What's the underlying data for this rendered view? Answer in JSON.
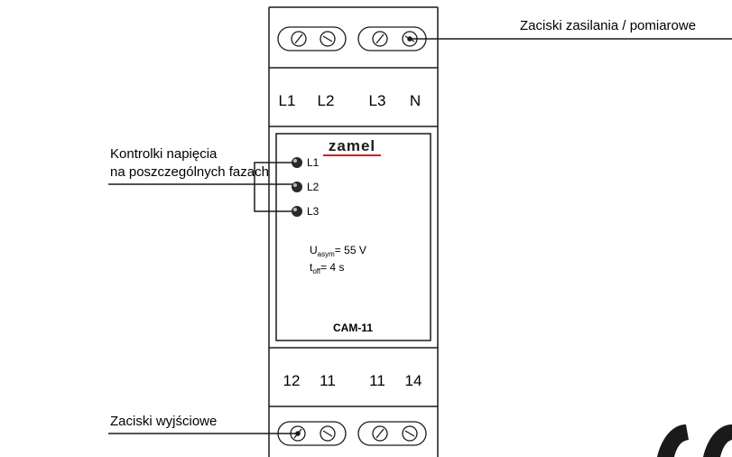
{
  "callouts": {
    "power_terminals": "Zaciski zasilania / pomiarowe",
    "voltage_indicators_line1": "Kontrolki napięcia",
    "voltage_indicators_line2": "na poszczególnych fazach",
    "output_terminals": "Zaciski wyjściowe"
  },
  "terminals": {
    "top": [
      "L1",
      "L2",
      "L3",
      "N"
    ],
    "bottom": [
      "12",
      "11",
      "11",
      "14"
    ]
  },
  "leds": [
    "L1",
    "L2",
    "L3"
  ],
  "params": {
    "u_symbol": "U",
    "u_sub": "asym",
    "u_value": "= 55 V",
    "t_symbol": "t",
    "t_sub": "off",
    "t_value": "= 4 s"
  },
  "brand": {
    "logo": "zamel",
    "model": "CAM-11"
  }
}
